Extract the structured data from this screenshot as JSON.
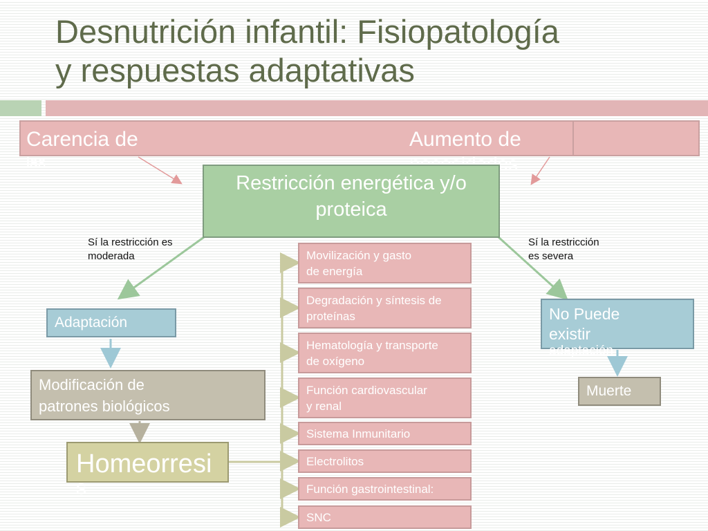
{
  "title": {
    "line1": "Desnutrición infantil: Fisiopatología",
    "line2": "y respuestas adaptativas"
  },
  "causes": {
    "left": {
      "line1": "Carencia de",
      "line2": "las"
    },
    "right": {
      "line1": "Aumento de",
      "line2": "necesidades"
    }
  },
  "central": {
    "line1": "Restricción energética y/o",
    "line2": "proteica"
  },
  "conditions": {
    "moderate": {
      "line1": "Sí la restricción es",
      "line2": "moderada"
    },
    "severe": {
      "line1": "Sí la restricción",
      "line2": "es severa"
    }
  },
  "left_branch": {
    "adaptation": "Adaptación",
    "modification": {
      "line1": "Modificación de",
      "line2": "patrones biológicos"
    },
    "homeorresis": {
      "line1": "Homeorresi",
      "line2": "s"
    }
  },
  "right_branch": {
    "no_adaptation": {
      "line1": "No Puede",
      "line2": "existir",
      "line3": "adaptación"
    },
    "death": "Muerte"
  },
  "effects": [
    {
      "line1": "Movilización y gasto",
      "line2": "de energía"
    },
    {
      "line1": "Degradación y síntesis de",
      "line2": "proteínas"
    },
    {
      "line1": "Hematología y transporte",
      "line2": "de oxígeno"
    },
    {
      "line1": "Función cardiovascular",
      "line2": "y renal"
    },
    {
      "line1": "Sistema Inmunitario",
      "line2": ""
    },
    {
      "line1": "Electrolitos",
      "line2": ""
    },
    {
      "line1": "Función gastrointestinal:",
      "line2": ""
    },
    {
      "line1": "SNC",
      "line2": ""
    }
  ],
  "colors": {
    "title": "#5f6b4b",
    "pink": "#e8b7b7",
    "green": "#a9cfa3",
    "blue": "#a7ccd6",
    "tan": "#c4bfae",
    "yellow": "#d4d2a2",
    "connector": "#c9caa1"
  }
}
